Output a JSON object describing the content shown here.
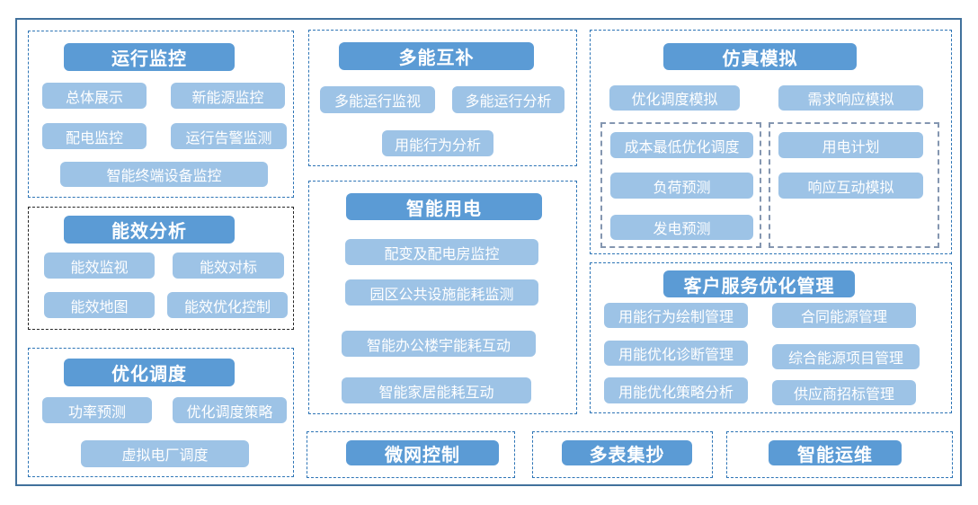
{
  "colors": {
    "header_bg": "#5B9BD5",
    "item_bg": "#9DC3E6",
    "button_text": "#FFFFFF",
    "group_border": "#2E75B6",
    "group_border_dark": "#262626",
    "subgroup_border": "#8496B0",
    "outer_border": "#41719C",
    "background": "#FFFFFF"
  },
  "groups": {
    "operation_monitoring": {
      "title": "运行监控",
      "items": [
        "总体展示",
        "新能源监控",
        "配电监控",
        "运行告警监测",
        "智能终端设备监控"
      ]
    },
    "energy_efficiency_analysis": {
      "title": "能效分析",
      "items": [
        "能效监视",
        "能效对标",
        "能效地图",
        "能效优化控制"
      ]
    },
    "optimal_dispatch": {
      "title": "优化调度",
      "items": [
        "功率预测",
        "优化调度策略",
        "虚拟电厂调度"
      ]
    },
    "multi_energy_complementation": {
      "title": "多能互补",
      "items": [
        "多能运行监视",
        "多能运行分析",
        "用能行为分析"
      ]
    },
    "smart_power_use": {
      "title": "智能用电",
      "items": [
        "配变及配电房监控",
        "园区公共设施能耗监测",
        "智能办公楼宇能耗互动",
        "智能家居能耗互动"
      ]
    },
    "simulation": {
      "title": "仿真模拟",
      "items": [
        "优化调度模拟",
        "需求响应模拟"
      ],
      "sub_left": {
        "items": [
          "成本最低优化调度",
          "负荷预测",
          "发电预测"
        ]
      },
      "sub_right": {
        "items": [
          "用电计划",
          "响应互动模拟"
        ]
      }
    },
    "customer_service_optimization": {
      "title": "客户服务优化管理",
      "items": [
        "用能行为绘制管理",
        "合同能源管理",
        "用能优化诊断管理",
        "综合能源项目管理",
        "用能优化策略分析",
        "供应商招标管理"
      ]
    },
    "microgrid_control": {
      "title": "微网控制"
    },
    "multi_meter_reading": {
      "title": "多表集抄"
    },
    "smart_operation_maintenance": {
      "title": "智能运维"
    }
  }
}
